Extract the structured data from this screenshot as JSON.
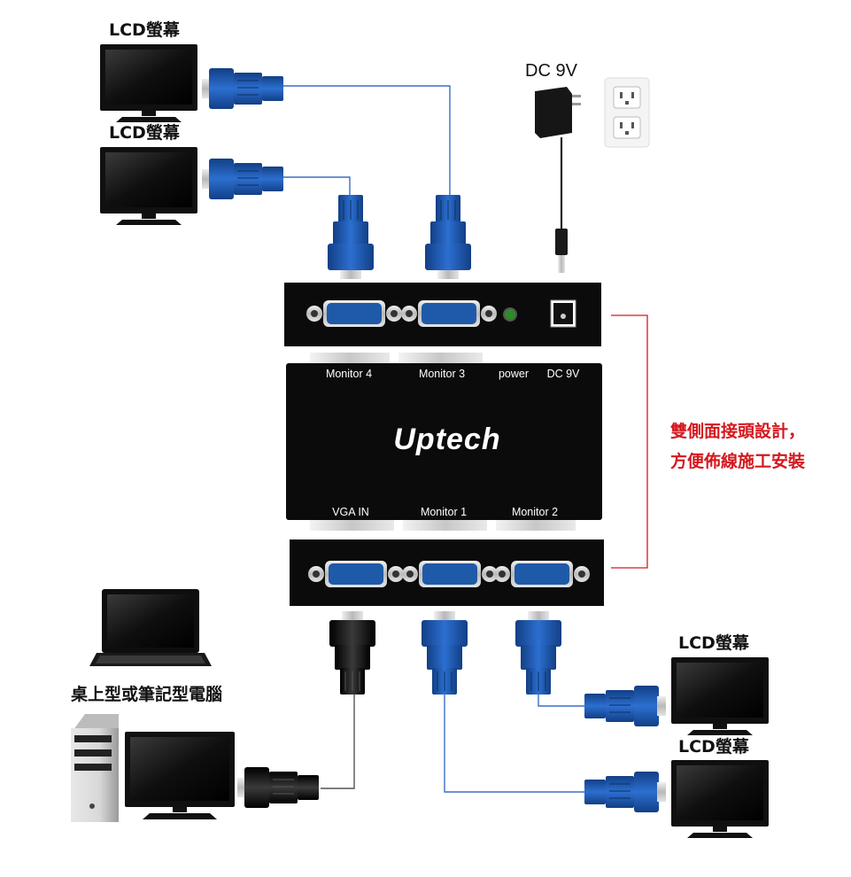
{
  "labels": {
    "lcd": "LCD螢幕",
    "dc_adapter": "DC 9V",
    "computer": "桌上型或筆記型電腦"
  },
  "device": {
    "brand": "Uptech",
    "top_ports": [
      "Monitor 4",
      "Monitor 3",
      "power",
      "DC 9V"
    ],
    "bottom_ports": [
      "VGA IN",
      "Monitor 1",
      "Monitor 2"
    ]
  },
  "note": {
    "line1": "雙側面接頭設計，",
    "line2": "方便佈線施工安裝"
  },
  "colors": {
    "connector_blue": "#1f5aa8",
    "device_black": "#0b0b0b",
    "note_red": "#d4181e",
    "cable_blue": "#3b6fc4"
  }
}
